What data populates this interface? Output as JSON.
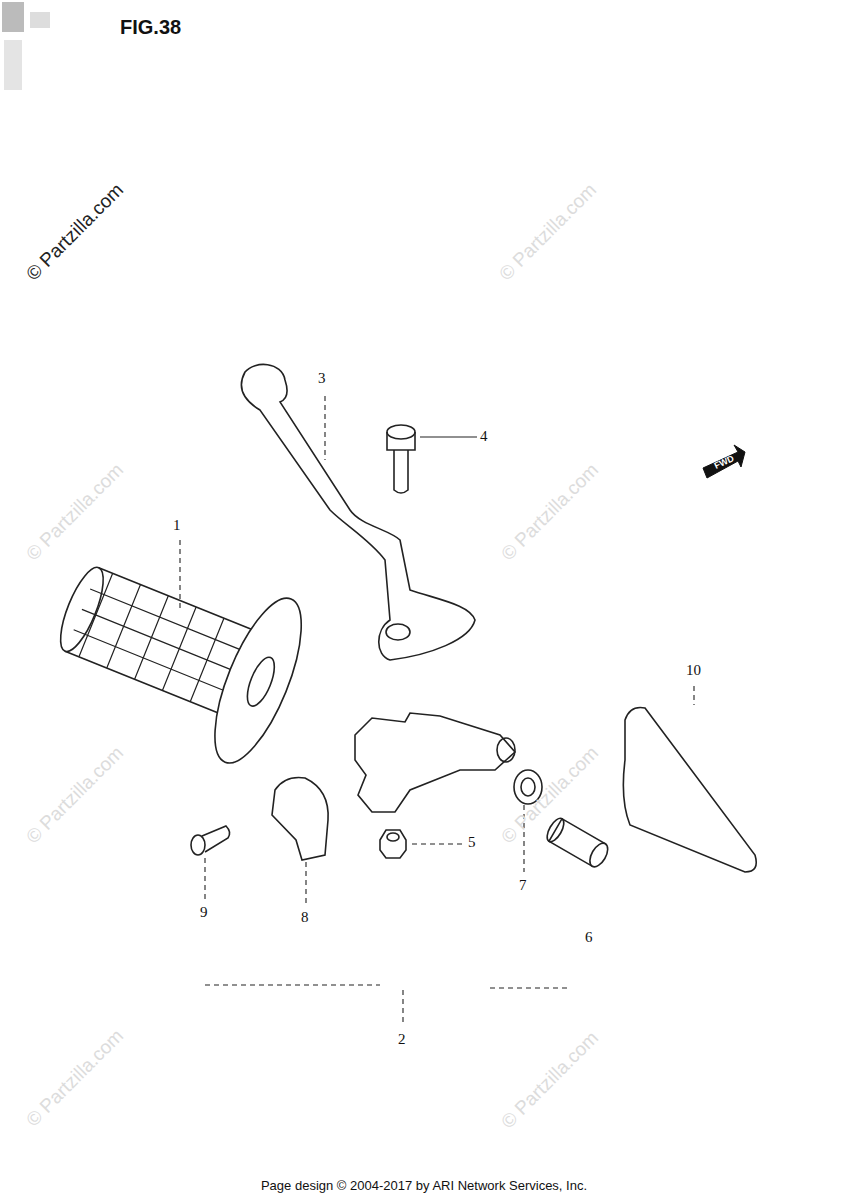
{
  "diagram": {
    "title": "FIG.38",
    "caption": "Page design © 2004-2017 by ARI Network Services, Inc.",
    "labels": [
      "© Partzilla.com",
      "© Partzilla.com",
      "© Partzilla.com",
      "© Partzilla.com",
      "© Partzilla.com",
      "© Partzilla.com",
      "© Partzilla.com",
      "© Partzilla.com",
      "1",
      "2",
      "3",
      "4",
      "5",
      "6",
      "7",
      "8",
      "9",
      "10",
      "FWD"
    ]
  }
}
